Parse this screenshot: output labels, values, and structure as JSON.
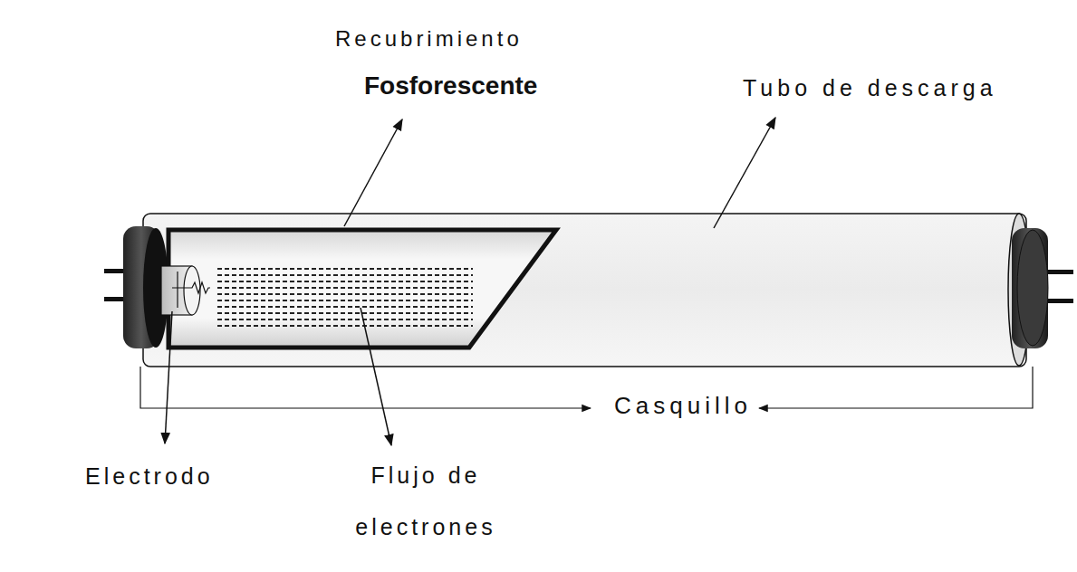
{
  "diagram": {
    "labels": [
      "Recubrimiento",
      "Fosforescente",
      "Tubo de descarga",
      "Casquillo",
      "Electrodo",
      "Flujo de electrones"
    ]
  }
}
